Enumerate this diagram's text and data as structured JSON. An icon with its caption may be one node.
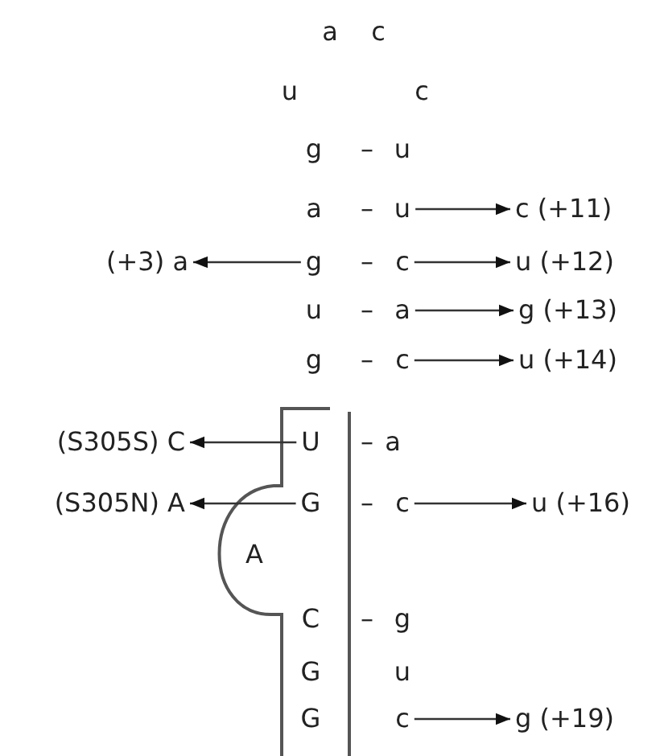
{
  "diagram": {
    "nodes": [
      {
        "text": [
          "u"
        ]
      },
      {
        "text": [
          "c (+11)"
        ]
      },
      {
        "text": [
          "g"
        ]
      },
      {
        "text": [
          "(+3) a"
        ]
      },
      {
        "text": [
          "c"
        ]
      },
      {
        "text": [
          "u (+12)"
        ]
      },
      {
        "text": [
          "a"
        ]
      },
      {
        "text": [
          "g (+13)"
        ]
      },
      {
        "text": [
          "c"
        ]
      },
      {
        "text": [
          "u (+14)"
        ]
      },
      {
        "text": [
          "U"
        ]
      },
      {
        "text": [
          "(S305S) C"
        ]
      },
      {
        "text": [
          "G"
        ]
      },
      {
        "text": [
          "(S305N) A"
        ]
      },
      {
        "text": [
          "c"
        ]
      },
      {
        "text": [
          "u (+16)"
        ]
      },
      {
        "text": [
          "c"
        ]
      },
      {
        "text": [
          "g (+19)"
        ]
      }
    ],
    "edges": [
      {
        "from": 0,
        "to": 1,
        "arrow": "to"
      },
      {
        "from": 2,
        "to": 3,
        "arrow": "to"
      },
      {
        "from": 4,
        "to": 5,
        "arrow": "to"
      },
      {
        "from": 6,
        "to": 7,
        "arrow": "to"
      },
      {
        "from": 8,
        "to": 9,
        "arrow": "to"
      },
      {
        "from": 10,
        "to": 11,
        "arrow": "to"
      },
      {
        "from": 12,
        "to": 13,
        "arrow": "to"
      },
      {
        "from": 14,
        "to": 15,
        "arrow": "to"
      },
      {
        "from": 16,
        "to": 17,
        "arrow": "to"
      }
    ],
    "labels": [
      "a",
      "c",
      "u",
      "c",
      "g",
      "–",
      "u",
      "a",
      "–",
      "–",
      "u",
      "–",
      "g",
      "–",
      "–",
      "a",
      "–",
      "A",
      "C",
      "–",
      "g",
      "G",
      "u",
      "G"
    ]
  }
}
